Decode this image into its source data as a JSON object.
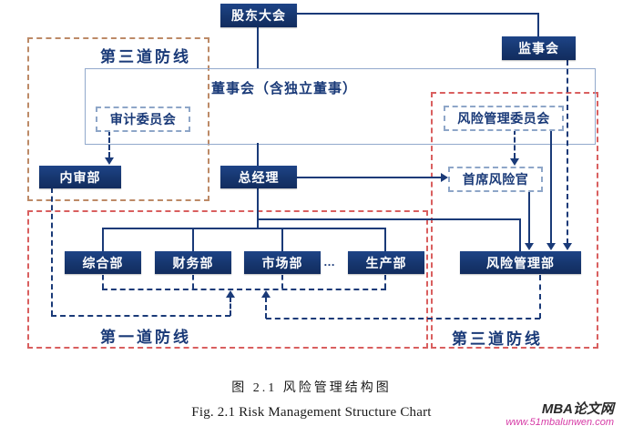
{
  "diagram": {
    "nodes": {
      "shareholders": "股东大会",
      "supervisory_board": "监事会",
      "board_of_directors": "董事会（含独立董事）",
      "audit_committee": "审计委员会",
      "risk_committee": "风险管理委员会",
      "internal_audit_dept": "内审部",
      "general_manager": "总经理",
      "chief_risk_officer": "首席风险官",
      "general_dept": "综合部",
      "finance_dept": "财务部",
      "market_dept": "市场部",
      "production_dept": "生产部",
      "risk_management_dept": "风险管理部",
      "ellipsis": "…"
    },
    "zones": {
      "third_line_left": "第三道防线",
      "first_line": "第一道防线",
      "third_line_right": "第三道防线"
    },
    "colors": {
      "node_fill": "#16366e",
      "connector": "#1a3a78",
      "dashed_box_border": "#8ea6c8",
      "zone_red": "#d95f5f",
      "zone_brown": "#bd8a67",
      "watermark_url": "#d63ba6"
    }
  },
  "caption": {
    "zh": "图 2.1  风险管理结构图",
    "en": "Fig. 2.1 Risk Management Structure Chart"
  },
  "watermark": {
    "name": "MBA论文网",
    "url": "www.51mbalunwen.com"
  }
}
